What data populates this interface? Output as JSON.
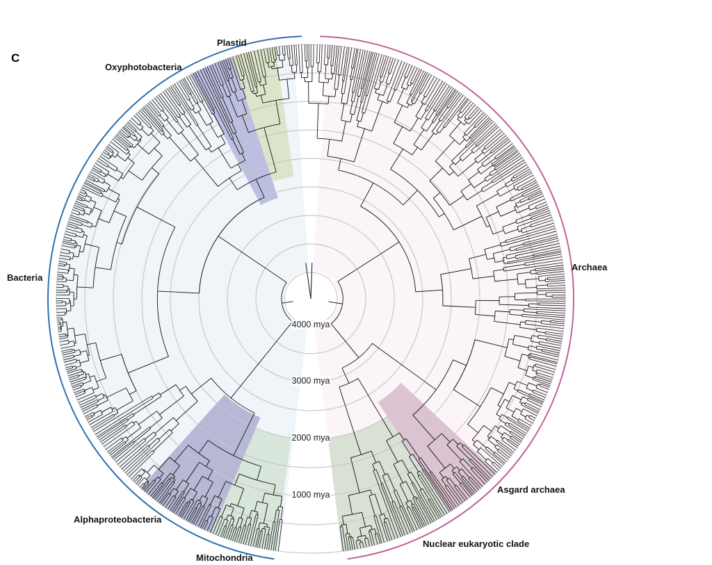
{
  "panel_label": "C",
  "clades": {
    "plastid": "Plastid",
    "oxyphotobacteria": "Oxyphotobacteria",
    "bacteria": "Bacteria",
    "archaea": "Archaea",
    "asgard": "Asgard archaea",
    "nuclear": "Nuclear eukaryotic clade",
    "mitochondria": "Mitochondria",
    "alphaproteobacteria": "Alphaproteobacteria"
  },
  "time_rings": [
    "4000 mya",
    "3000 mya",
    "2000 mya",
    "1000 mya"
  ],
  "colors": {
    "bacteria": "#2f6fad",
    "archaea": "#c0619a",
    "plastid": "#c8d39a",
    "oxyphoto": "#7d7fc0",
    "alpha": "#6f6fa8",
    "mito": "#b9d2b4",
    "asgard": "#b07a95",
    "nuclear": "#b8cdb0"
  }
}
